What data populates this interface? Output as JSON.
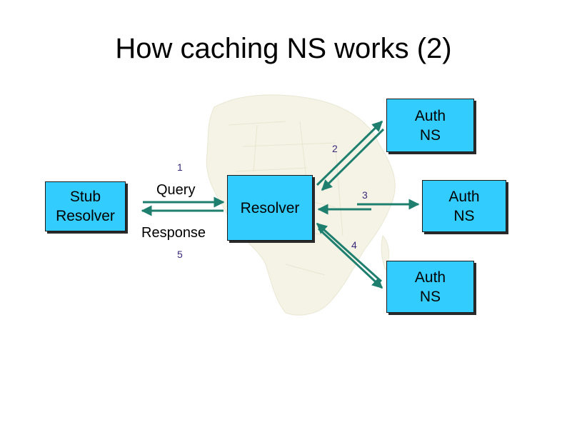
{
  "title": "How caching NS works (2)",
  "boxes": {
    "stub_resolver": "Stub\nResolver",
    "resolver": "Resolver",
    "auth_ns_top": "Auth\nNS",
    "auth_ns_right": "Auth\nNS",
    "auth_ns_bottom": "Auth\nNS"
  },
  "labels": {
    "query": "Query",
    "response": "Response"
  },
  "steps": {
    "one": "1",
    "two": "2",
    "three": "3",
    "four": "4",
    "five": "5"
  },
  "colors": {
    "box_fill": "#33ccff",
    "arrow": "#1f7f6f",
    "map_background": "#e9e6c9"
  },
  "icons": {
    "background": "africa-map-icon",
    "arrow": "arrow-icon"
  }
}
